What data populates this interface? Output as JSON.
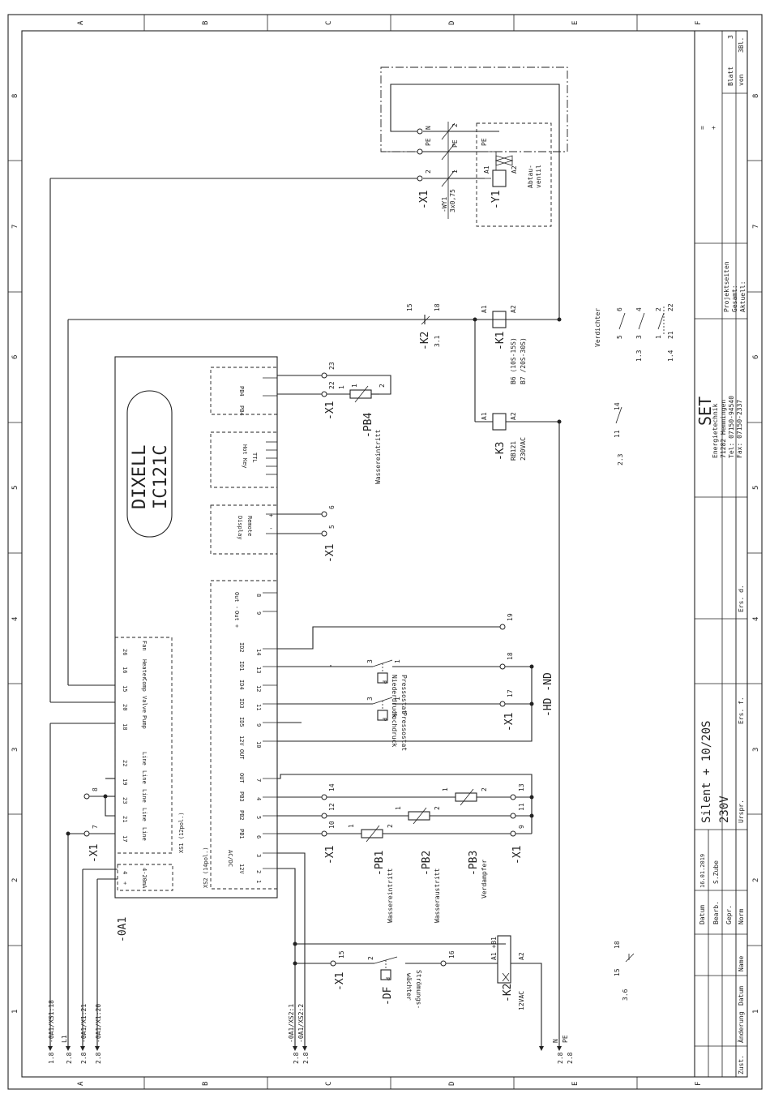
{
  "frame": {
    "columns": [
      "A",
      "B",
      "C",
      "D",
      "E",
      "F"
    ],
    "rows": [
      "1",
      "2",
      "3",
      "4",
      "5",
      "6",
      "7",
      "8"
    ]
  },
  "controller": {
    "brand_line1": "DIXELL",
    "brand_line2": "IC121C",
    "designation": "-0A1",
    "xs1_label": "XS1 (12pol.)",
    "xs2_label": "XS2 (14pol.)",
    "probe_block": [
      "PB4",
      "PB4"
    ],
    "hotkey_block": [
      "Hot Key",
      "TTL"
    ],
    "remote_block": [
      "Remote",
      "Display"
    ],
    "remote_pins": [
      "-",
      "+"
    ],
    "out_block": [
      "Out -",
      "Out +"
    ],
    "xs1_rows": [
      {
        "pin": "26",
        "name": "Fan"
      },
      {
        "pin": "16",
        "name": "Heater"
      },
      {
        "pin": "15",
        "name": "Comp"
      },
      {
        "pin": "20",
        "name": "Valve"
      },
      {
        "pin": "18",
        "name": "Pump"
      },
      {
        "pin": "22",
        "name": "Line"
      },
      {
        "pin": "19",
        "name": "Line"
      },
      {
        "pin": "23",
        "name": "Line"
      },
      {
        "pin": "21",
        "name": "Line"
      },
      {
        "pin": "17",
        "name": "Line"
      }
    ],
    "analog": {
      "pins": [
        "4",
        "+"
      ],
      "name": "4-20mA"
    },
    "xs2_rows": [
      {
        "pin": "8",
        "name": ""
      },
      {
        "pin": "9",
        "name": ""
      },
      {
        "pin": "14",
        "name": "ID2"
      },
      {
        "pin": "13",
        "name": "ID1"
      },
      {
        "pin": "12",
        "name": "ID4"
      },
      {
        "pin": "11",
        "name": "ID3"
      },
      {
        "pin": "9",
        "name": "ID5"
      },
      {
        "pin": "10",
        "name": "12V OUT"
      },
      {
        "pin": "7",
        "name": "OUT"
      },
      {
        "pin": "4",
        "name": "PB3"
      },
      {
        "pin": "5",
        "name": "PB2"
      },
      {
        "pin": "6",
        "name": "PB1"
      },
      {
        "pin": "3",
        "name": "AC/DC"
      },
      {
        "pin": "2",
        "name": "12V"
      },
      {
        "pin": "1",
        "name": ""
      }
    ]
  },
  "top": {
    "x1": "-X1",
    "terms": [
      "PE",
      "N"
    ],
    "wy1": "-WY1",
    "wy1_spec": "3x0,75",
    "wire_nums": [
      "2",
      "1",
      "PE",
      "2"
    ],
    "x1_term": "2",
    "y1": "-Y1",
    "y1_pins": [
      "A1",
      "A2",
      "PE"
    ],
    "valve_label": [
      "Abtau-",
      "ventil"
    ]
  },
  "relays": {
    "k2_coil": "-K2",
    "k2_pins": [
      "15",
      "18"
    ],
    "k2_ref": "3.1",
    "k1": "-K1",
    "k1_pins": [
      "A1",
      "A2"
    ],
    "k1_spec": [
      "B6 (10S-15S)",
      "B7 /20S-30S)"
    ],
    "k3": "-K3",
    "k3_pins": [
      "A1",
      "A2"
    ],
    "k3_spec": [
      "RB121",
      "230VAC"
    ],
    "compressor": "Verdichter",
    "k1_contacts": [
      "5",
      "6",
      "3",
      "4",
      "1",
      "2",
      "21",
      "22"
    ],
    "k1_refs": [
      "1.3",
      "1.4"
    ],
    "k3_contact": [
      "11",
      "14"
    ],
    "k3_ref": "2.3"
  },
  "pb4": {
    "x1": "-X1",
    "terms": [
      "22",
      "23",
      "1"
    ],
    "name": "-PB4",
    "desc": "Wassereintritt",
    "pins": [
      "2",
      "1"
    ]
  },
  "remote": {
    "x1": "-X1",
    "terms": [
      "5",
      "6"
    ]
  },
  "pressure": {
    "x1": "-X1",
    "terms": [
      "19",
      "18",
      "17"
    ],
    "nd": {
      "desc1": "Pressostat",
      "desc2": "Niederdruck",
      "pins": [
        "3",
        "1"
      ]
    },
    "hd": {
      "desc1": "Pressostat",
      "desc2": "Hochdruck",
      "pins": [
        "3",
        "1"
      ]
    },
    "hd_nd": "-HD -ND",
    "p": "P"
  },
  "probes": {
    "x1_left": "-X1",
    "x1_right": "-X1",
    "left_terms": [
      "14",
      "12",
      "10"
    ],
    "right_terms": [
      "13",
      "11",
      "9"
    ],
    "items": [
      {
        "name": "-PB1",
        "desc": "Wassereintritt",
        "pins": [
          "1",
          "2"
        ]
      },
      {
        "name": "-PB2",
        "desc": "Wasseraustritt",
        "pins": [
          "1",
          "2"
        ]
      },
      {
        "name": "-PB3",
        "desc": "Verdampfer",
        "pins": [
          "1",
          "2"
        ]
      }
    ]
  },
  "line": {
    "x1": "-X1",
    "terms": [
      "8",
      "7"
    ]
  },
  "flow": {
    "x1": "-X1",
    "terms": [
      "15",
      "16"
    ],
    "df": "-DF",
    "desc": [
      "Strömungs-",
      "wächter"
    ],
    "pin": "2",
    "k2": "-K2",
    "k2_pins": [
      "A1 +B1",
      "A2"
    ],
    "k2_spec": "12VAC",
    "contact_ref": "3.6",
    "contact_pins": [
      "15",
      "18"
    ]
  },
  "refs": {
    "top_left": [
      "-0A1/XS1:18",
      "L1",
      "-0A1/X1:21",
      "-0A1/X1:20"
    ],
    "top_left_pages": [
      "1.8",
      "2.8",
      "2.8",
      "2.8"
    ],
    "mid": [
      "-0A1/XS2:1",
      "-0A1/XS2:2"
    ],
    "mid_pages": [
      "2.8",
      "2.8"
    ],
    "right": [
      "N",
      "PE"
    ],
    "right_pages": [
      "2.8",
      "2.8"
    ]
  },
  "title_block": {
    "sheet_label": "Blatt",
    "sheet_no": "3",
    "of_label": "von",
    "of_no": "3Bl.",
    "eq": "=",
    "plus": "+",
    "proj_pages": "Projektseiten",
    "total": "Gesamt:",
    "current": "Aktuell:",
    "company": "SET",
    "addr": [
      "Energietechnik",
      "71282 Hemmingen",
      "Tel: 07150-94540",
      "Fax: 07150-2337"
    ],
    "project": [
      "Silent + 10/20S",
      "230V"
    ],
    "ers_d": "Ers. d.",
    "ers_f": "Ers. f.",
    "urspr": "Urspr.",
    "datum": "Datum",
    "date": "16.01.2019",
    "bearb": "Bearb.",
    "bearb_name": "S.Zube",
    "gepr": "Gepr.",
    "norm": "Norm",
    "zust": "Zust.",
    "aend": "Änderung",
    "datum2": "Datum",
    "name": "Name"
  }
}
